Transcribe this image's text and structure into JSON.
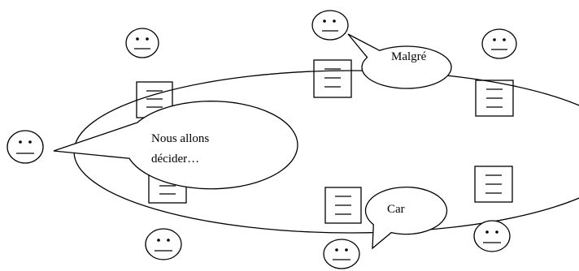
{
  "diagram": {
    "bubbles": [
      {
        "id": "malgre",
        "lines": [
          "Malgré"
        ]
      },
      {
        "id": "nous",
        "lines": [
          "Nous allons",
          "décider…"
        ]
      },
      {
        "id": "car",
        "lines": [
          "Car"
        ]
      }
    ],
    "faces": [
      "smiley-top-center",
      "smiley-top-left",
      "smiley-top-right",
      "smiley-left",
      "smiley-bottom-left",
      "smiley-bottom-center",
      "smiley-bottom-right"
    ],
    "documents": [
      "document-left-top",
      "document-left-bottom",
      "document-top-center",
      "document-right-top",
      "document-right-bottom",
      "document-bottom-center"
    ]
  }
}
